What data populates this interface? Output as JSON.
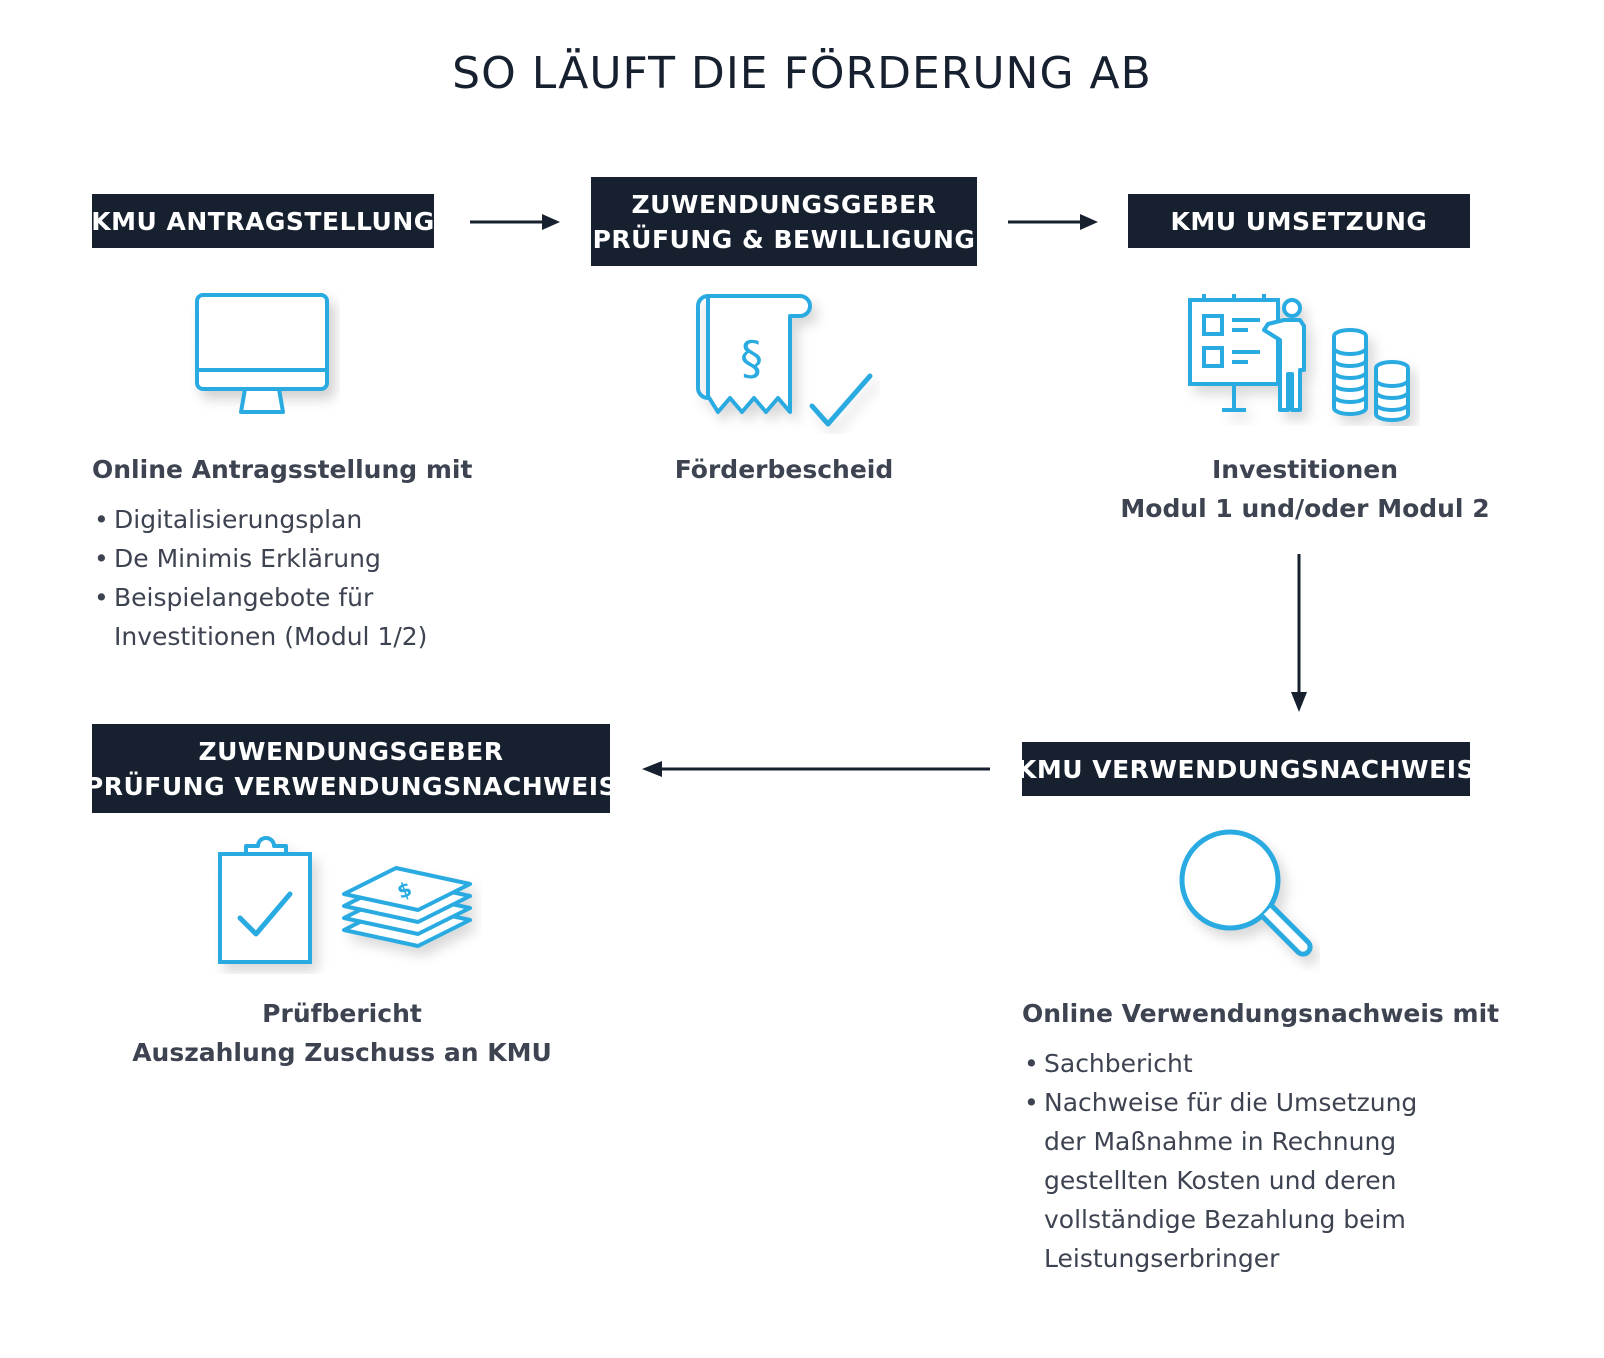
{
  "title": "SO LÄUFT DIE FÖRDERUNG AB",
  "colors": {
    "dark": "#16202e",
    "accent": "#29abe2",
    "text": "#3d4350"
  },
  "steps": [
    {
      "box": [
        "KMU ANTRAGSTELLUNG"
      ],
      "icon": "monitor-icon",
      "heading": [
        "Online Antragsstellung mit"
      ],
      "items": [
        "Digitalisierungsplan",
        "De Minimis Erklärung",
        "Beispielangebote für Investitionen (Modul 1/2)"
      ]
    },
    {
      "box": [
        "ZUWENDUNGSGEBER",
        "PRÜFUNG & BEWILLIGUNG"
      ],
      "icon": "certificate-checkmark-icon",
      "heading": [
        "Förderbescheid"
      ],
      "items": []
    },
    {
      "box": [
        "KMU UMSETZUNG"
      ],
      "icon": "presentation-coins-icon",
      "heading": [
        "Investitionen",
        "Modul 1 und/oder Modul 2"
      ],
      "items": []
    },
    {
      "box": [
        "KMU VERWENDUNGSNACHWEIS"
      ],
      "icon": "magnifier-icon",
      "heading": [
        "Online Verwendungsnachweis mit"
      ],
      "items": [
        "Sachbericht",
        "Nachweise für die Umsetzung der Maßnahme in Rechnung gestellten Kosten und deren vollständige Bezahlung beim Leistungserbringer"
      ]
    },
    {
      "box": [
        "ZUWENDUNGSGEBER",
        "PRÜFUNG VERWENDUNGSNACHWEIS"
      ],
      "icon": "clipboard-money-icon",
      "heading": [
        "Prüfbericht",
        "Auszahlung Zuschuss an KMU"
      ],
      "items": []
    }
  ]
}
